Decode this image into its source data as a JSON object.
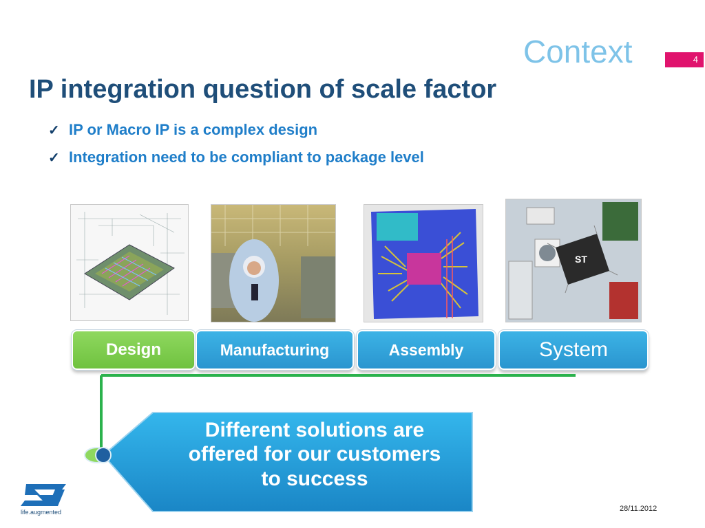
{
  "header": {
    "section": "Context",
    "page_number": "4",
    "title": "IP integration question of scale factor"
  },
  "bullets": [
    {
      "icon": "check-icon",
      "text": "IP or Macro IP  is a complex design"
    },
    {
      "icon": "check-icon",
      "text": "Integration need to be compliant to package level"
    }
  ],
  "stages": [
    {
      "label": "Design",
      "color": "#7ccb4a"
    },
    {
      "label": "Manufacturing",
      "color": "#2f9fd8"
    },
    {
      "label": "Assembly",
      "color": "#2f9fd8"
    },
    {
      "label": "System",
      "color": "#2f9fd8"
    }
  ],
  "callout": {
    "text": "Different solutions are offered  for our customers to success"
  },
  "footer": {
    "date": "28/11.2012",
    "logo_tagline": "life.augmented",
    "logo_text": "ST"
  },
  "colors": {
    "accent_pink": "#e0136d",
    "title_blue": "#1f4e79",
    "bullet_blue": "#1f7ec9",
    "connector_green": "#2bb24c"
  }
}
